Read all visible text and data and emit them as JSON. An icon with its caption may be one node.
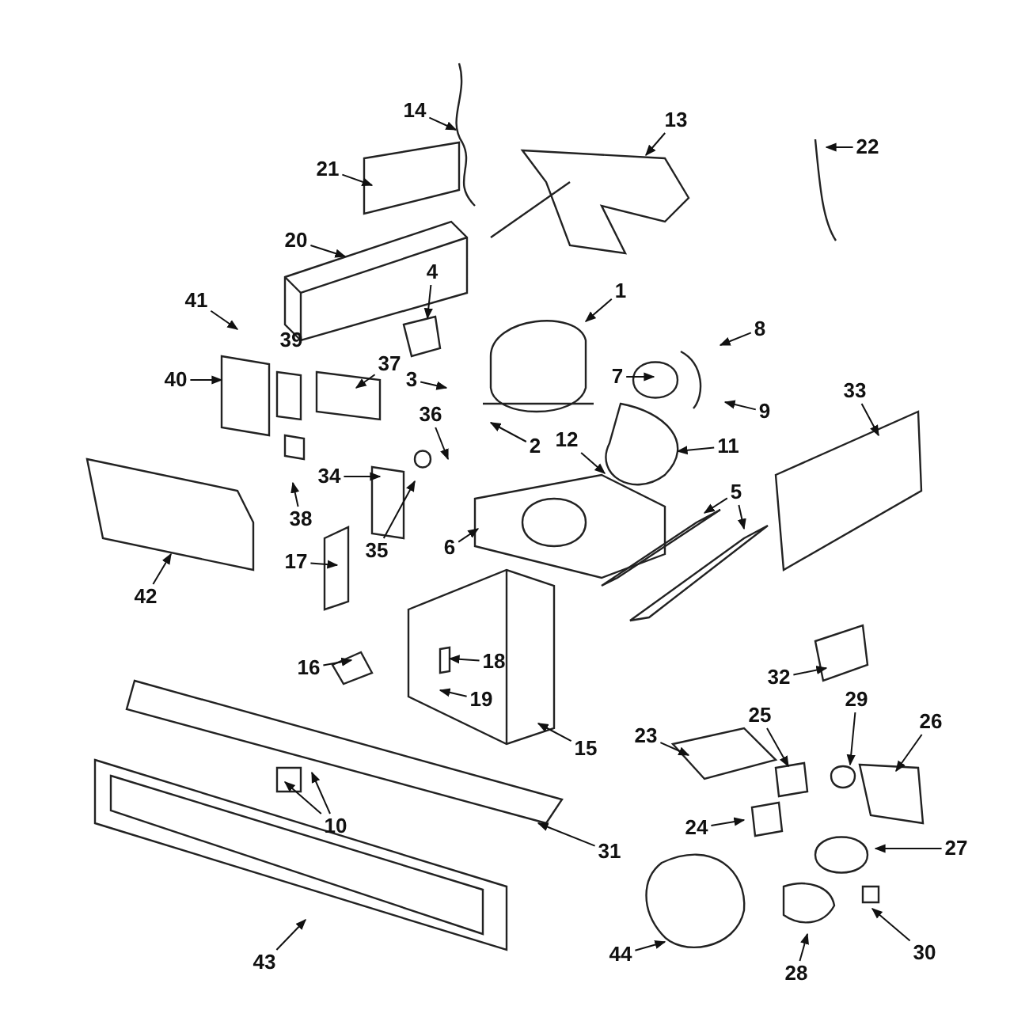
{
  "diagram": {
    "nodes": [
      {
        "text": [
          "14"
        ]
      },
      {
        "text": [
          "13"
        ]
      },
      {
        "text": [
          "22"
        ]
      },
      {
        "text": [
          "21"
        ]
      },
      {
        "text": [
          "20"
        ]
      },
      {
        "text": [
          "4"
        ]
      },
      {
        "text": [
          "1"
        ]
      },
      {
        "text": [
          "41"
        ]
      },
      {
        "text": [
          "8"
        ]
      },
      {
        "text": [
          "37"
        ]
      },
      {
        "text": [
          "40"
        ]
      },
      {
        "text": [
          "3"
        ]
      },
      {
        "text": [
          "7"
        ]
      },
      {
        "text": [
          "33"
        ]
      },
      {
        "text": [
          "9"
        ]
      },
      {
        "text": [
          "36"
        ]
      },
      {
        "text": [
          "2"
        ]
      },
      {
        "text": [
          "11"
        ]
      },
      {
        "text": [
          "12"
        ]
      },
      {
        "text": [
          "34"
        ]
      },
      {
        "text": [
          "5"
        ]
      },
      {
        "text": [
          "38"
        ]
      },
      {
        "text": [
          "35"
        ]
      },
      {
        "text": [
          "6"
        ]
      },
      {
        "text": [
          "17"
        ]
      },
      {
        "text": [
          "42"
        ]
      },
      {
        "text": [
          "18"
        ]
      },
      {
        "text": [
          "16"
        ]
      },
      {
        "text": [
          "32"
        ]
      },
      {
        "text": [
          "19"
        ]
      },
      {
        "text": [
          "25"
        ]
      },
      {
        "text": [
          "29"
        ]
      },
      {
        "text": [
          "26"
        ]
      },
      {
        "text": [
          "23"
        ]
      },
      {
        "text": [
          "15"
        ]
      },
      {
        "text": [
          "10"
        ]
      },
      {
        "text": [
          "24"
        ]
      },
      {
        "text": [
          "31"
        ]
      },
      {
        "text": [
          "27"
        ]
      },
      {
        "text": [
          "30"
        ]
      },
      {
        "text": [
          "44"
        ]
      },
      {
        "text": [
          "43"
        ]
      },
      {
        "text": [
          "28"
        ]
      }
    ],
    "edges": [
      {
        "from": 0,
        "to": null,
        "arrow": "to"
      },
      {
        "from": 1,
        "to": null,
        "arrow": "to"
      },
      {
        "from": 2,
        "to": null,
        "arrow": "to"
      },
      {
        "from": 3,
        "to": null,
        "arrow": "to"
      },
      {
        "from": 4,
        "to": null,
        "arrow": "to"
      },
      {
        "from": 5,
        "to": null,
        "arrow": "to"
      },
      {
        "from": 6,
        "to": null,
        "arrow": "to"
      },
      {
        "from": 7,
        "to": null,
        "arrow": "to"
      },
      {
        "from": 8,
        "to": null,
        "arrow": "to"
      },
      {
        "from": 9,
        "to": null,
        "arrow": "to"
      },
      {
        "from": 10,
        "to": null,
        "arrow": "to"
      },
      {
        "from": 11,
        "to": null,
        "arrow": "to"
      },
      {
        "from": 12,
        "to": null,
        "arrow": "to"
      },
      {
        "from": 13,
        "to": null,
        "arrow": "to"
      },
      {
        "from": 14,
        "to": null,
        "arrow": "to"
      },
      {
        "from": 15,
        "to": null,
        "arrow": "to"
      },
      {
        "from": 16,
        "to": null,
        "arrow": "to"
      },
      {
        "from": 17,
        "to": null,
        "arrow": "to"
      },
      {
        "from": 18,
        "to": null,
        "arrow": "to"
      },
      {
        "from": 19,
        "to": null,
        "arrow": "to"
      },
      {
        "from": 20,
        "to": null,
        "arrow": "to"
      },
      {
        "from": 20,
        "to": null,
        "arrow": "to"
      },
      {
        "from": 21,
        "to": null,
        "arrow": "to"
      },
      {
        "from": 22,
        "to": null,
        "arrow": "to"
      },
      {
        "from": 23,
        "to": null,
        "arrow": "to"
      },
      {
        "from": 24,
        "to": null,
        "arrow": "to"
      },
      {
        "from": 25,
        "to": null,
        "arrow": "to"
      },
      {
        "from": 26,
        "to": null,
        "arrow": "to"
      },
      {
        "from": 27,
        "to": null,
        "arrow": "to"
      },
      {
        "from": 28,
        "to": null,
        "arrow": "to"
      },
      {
        "from": 29,
        "to": null,
        "arrow": "to"
      },
      {
        "from": 30,
        "to": null,
        "arrow": "to"
      },
      {
        "from": 31,
        "to": null,
        "arrow": "to"
      },
      {
        "from": 32,
        "to": null,
        "arrow": "to"
      },
      {
        "from": 33,
        "to": null,
        "arrow": "to"
      },
      {
        "from": 34,
        "to": null,
        "arrow": "to"
      },
      {
        "from": 35,
        "to": null,
        "arrow": "to"
      },
      {
        "from": 35,
        "to": null,
        "arrow": "to"
      },
      {
        "from": 36,
        "to": null,
        "arrow": "to"
      },
      {
        "from": 37,
        "to": null,
        "arrow": "to"
      },
      {
        "from": 38,
        "to": null,
        "arrow": "to"
      },
      {
        "from": 39,
        "to": null,
        "arrow": "to"
      },
      {
        "from": 40,
        "to": null,
        "arrow": "to"
      },
      {
        "from": 41,
        "to": null,
        "arrow": "to"
      },
      {
        "from": 42,
        "to": null,
        "arrow": "to"
      }
    ],
    "labels": [
      "39"
    ]
  }
}
